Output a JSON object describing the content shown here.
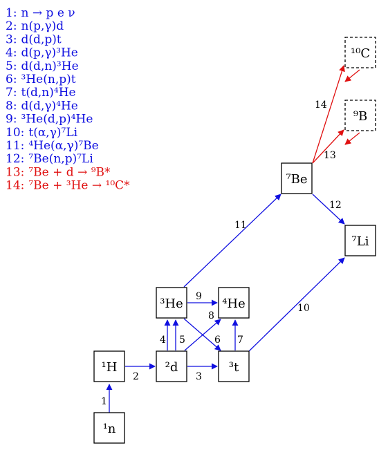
{
  "colors": {
    "standard": "#1010e0",
    "hypothetical": "#e01010",
    "node_border": "#000000"
  },
  "reactions": [
    {
      "num": "1:",
      "text": "n → p e ν",
      "kind": "standard"
    },
    {
      "num": "2:",
      "text": "n(p,γ)d",
      "kind": "standard"
    },
    {
      "num": "3:",
      "text": "d(d,p)t",
      "kind": "standard"
    },
    {
      "num": "4:",
      "text": "d(p,γ)³He",
      "kind": "standard"
    },
    {
      "num": "5:",
      "text": "d(d,n)³He",
      "kind": "standard"
    },
    {
      "num": "6:",
      "text": "³He(n,p)t",
      "kind": "standard"
    },
    {
      "num": "7:",
      "text": "t(d,n)⁴He",
      "kind": "standard"
    },
    {
      "num": "8:",
      "text": "d(d,γ)⁴He",
      "kind": "standard"
    },
    {
      "num": "9:",
      "text": "³He(d,p)⁴He",
      "kind": "standard"
    },
    {
      "num": "10:",
      "text": "t(α,γ)⁷Li",
      "kind": "standard"
    },
    {
      "num": "11:",
      "text": "⁴He(α,γ)⁷Be",
      "kind": "standard"
    },
    {
      "num": "12:",
      "text": "⁷Be(n,p)⁷Li",
      "kind": "standard"
    },
    {
      "num": "13:",
      "text": "⁷Be + d → ⁹B*",
      "kind": "hypothetical"
    },
    {
      "num": "14:",
      "text": "⁷Be + ³He → ¹⁰C*",
      "kind": "hypothetical"
    }
  ],
  "nodes": [
    {
      "id": "n",
      "label": "¹n",
      "dashed": false
    },
    {
      "id": "H",
      "label": "¹H",
      "dashed": false
    },
    {
      "id": "d",
      "label": "²d",
      "dashed": false
    },
    {
      "id": "t",
      "label": "³t",
      "dashed": false
    },
    {
      "id": "He3",
      "label": "³He",
      "dashed": false
    },
    {
      "id": "He4",
      "label": "⁴He",
      "dashed": false
    },
    {
      "id": "Be7",
      "label": "⁷Be",
      "dashed": false
    },
    {
      "id": "Li7",
      "label": "⁷Li",
      "dashed": false
    },
    {
      "id": "B9",
      "label": "⁹B",
      "dashed": true
    },
    {
      "id": "C10",
      "label": "¹⁰C",
      "dashed": true
    }
  ],
  "edge_labels": [
    "1",
    "2",
    "3",
    "4",
    "5",
    "6",
    "7",
    "8",
    "9",
    "10",
    "11",
    "12",
    "13",
    "14"
  ]
}
